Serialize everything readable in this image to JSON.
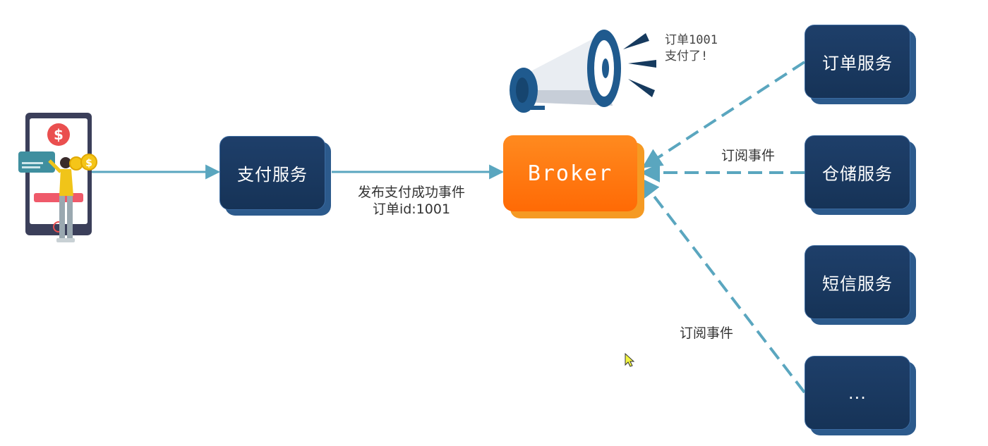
{
  "nodes": {
    "pay_service": "支付服务",
    "broker": "Broker",
    "order_service": "订单服务",
    "storage_service": "仓储服务",
    "sms_service": "短信服务",
    "more_services": "..."
  },
  "labels": {
    "publish_line1": "发布支付成功事件",
    "publish_line2": "订单id:1001",
    "announce_line1": "订单1001",
    "announce_line2": "支付了!",
    "subscribe_top": "订阅事件",
    "subscribe_bottom": "订阅事件"
  },
  "icons": {
    "payment_illustration": "phone-payment-illustration",
    "megaphone": "megaphone-icon",
    "cursor": "mouse-cursor"
  },
  "colors": {
    "service_box": "#1e3f6a",
    "broker_box": "#ff7a10",
    "arrow": "#5aa6bf"
  }
}
